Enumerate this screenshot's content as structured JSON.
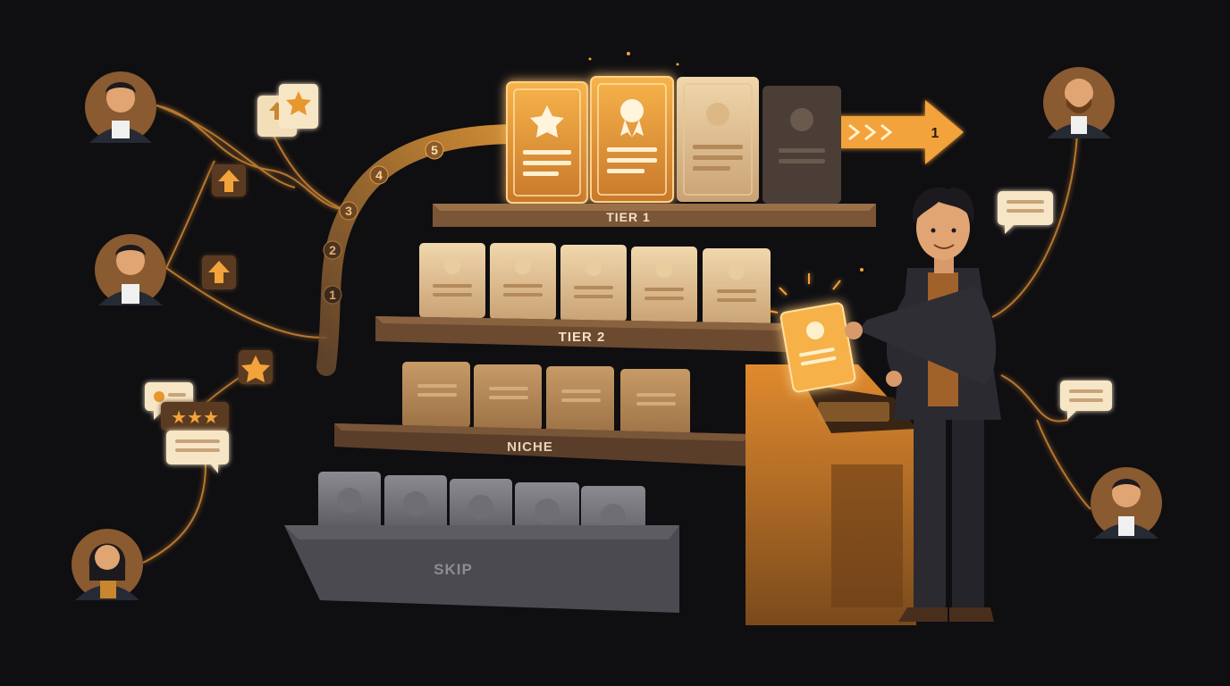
{
  "shelves": {
    "tier1_label": "TIER 1",
    "tier2_label": "TIER 2",
    "niche_label": "NICHE",
    "skip_label": "SKIP"
  },
  "path_steps": [
    "1",
    "2",
    "3",
    "4",
    "5"
  ],
  "arrow_label": "1",
  "rating_stars": "★★★",
  "colors": {
    "background": "#0f0e11",
    "glow": "#f2a33a",
    "shelf": "#6b4a2e",
    "skip_bin": "#4a4a4f",
    "person_jacket": "#2a2a30"
  },
  "icons": [
    "star-icon",
    "award-ribbon-icon",
    "up-arrow-icon",
    "speech-bubble-icon",
    "stars-rating-icon",
    "avatar",
    "kiosk-screen",
    "sparkle-icon"
  ]
}
